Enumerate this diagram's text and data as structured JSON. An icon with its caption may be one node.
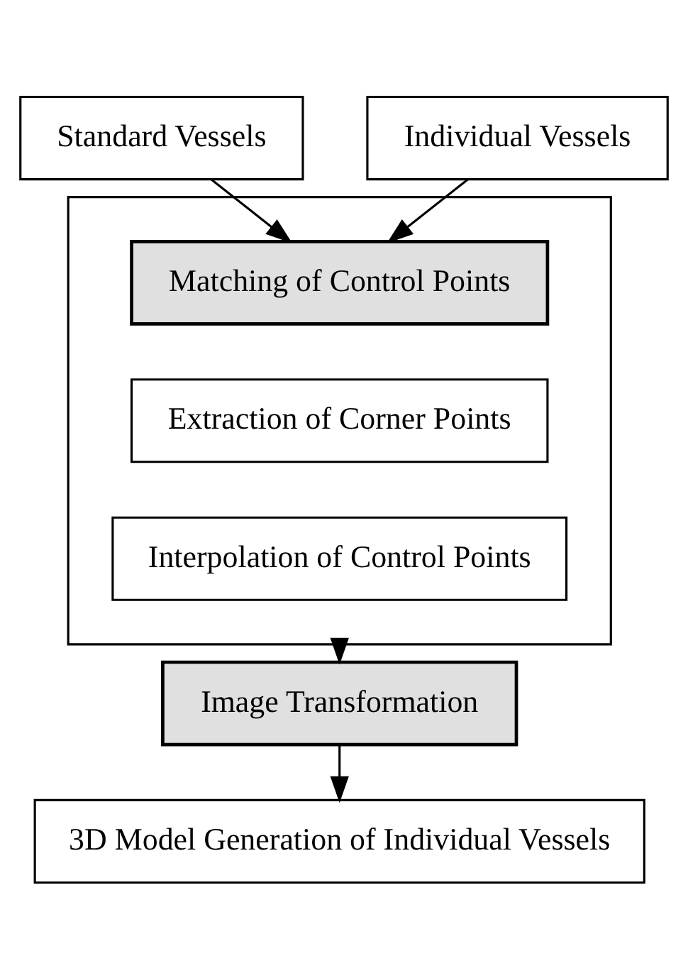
{
  "diagram": {
    "nodes": [
      {
        "text": [
          "Standard Vessels"
        ]
      },
      {
        "text": [
          "Individual Vessels"
        ]
      },
      {
        "text": [],
        "shape": "box"
      },
      {
        "text": [
          "Matching of Control Points"
        ],
        "in": 2
      },
      {
        "text": [
          "Extraction of Corner Points"
        ],
        "in": 2
      },
      {
        "text": [
          "Interpolation of Control Points"
        ],
        "in": 2
      },
      {
        "text": [
          "Image Transformation"
        ]
      },
      {
        "text": [
          "3D Model Generation of Individual Vessels"
        ]
      }
    ],
    "edges": [
      {
        "from": 0,
        "to": 3,
        "arrow": "to"
      },
      {
        "from": 1,
        "to": 3,
        "arrow": "to"
      },
      {
        "from": 2,
        "to": 6,
        "arrow": "to"
      },
      {
        "from": 6,
        "to": 7,
        "arrow": "to"
      }
    ]
  }
}
